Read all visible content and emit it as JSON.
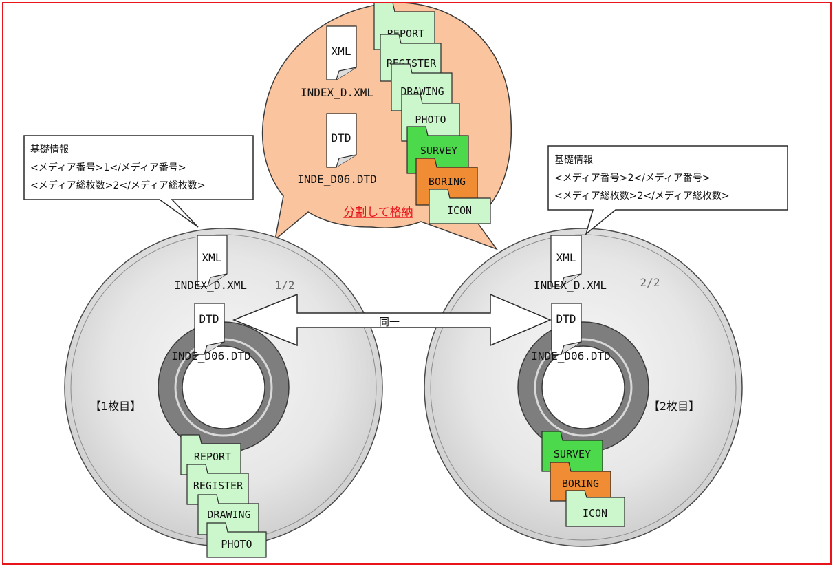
{
  "info_left": {
    "title": "基礎情報",
    "line1": "<メディア番号>1</メディア番号>",
    "line2": "<メディア総枚数>2</メディア総枚数>"
  },
  "info_right": {
    "title": "基礎情報",
    "line1": "<メディア番号>2</メディア番号>",
    "line2": "<メディア総枚数>2</メディア総枚数>"
  },
  "bubble": {
    "xml_icon": "XML",
    "xml_file": "INDEX_D.XML",
    "dtd_icon": "DTD",
    "dtd_file": "INDE_D06.DTD",
    "caption": "分割して格納",
    "folders": [
      "REPORT",
      "REGISTER",
      "DRAWING",
      "PHOTO",
      "SURVEY",
      "BORING",
      "ICON"
    ]
  },
  "disc1": {
    "xml_icon": "XML",
    "xml_file": "INDEX_D.XML",
    "page": "1/2",
    "dtd_icon": "DTD",
    "dtd_file": "INDE_D06.DTD",
    "label": "【1枚目】",
    "folders": [
      "REPORT",
      "REGISTER",
      "DRAWING",
      "PHOTO"
    ]
  },
  "disc2": {
    "xml_icon": "XML",
    "xml_file": "INDEX_D.XML",
    "page": "2/2",
    "dtd_icon": "DTD",
    "dtd_file": "INDE_D06.DTD",
    "label": "【2枚目】",
    "folders": [
      "SURVEY",
      "BORING",
      "ICON"
    ]
  },
  "arrow_label": "同一",
  "colors": {
    "frame": "#e8141b",
    "bubble_fill": "#f9c49e",
    "folder_light_green": "#ccf7cc",
    "folder_green": "#4cd94c",
    "folder_orange": "#f08c33",
    "caption_red": "#e8141b"
  }
}
